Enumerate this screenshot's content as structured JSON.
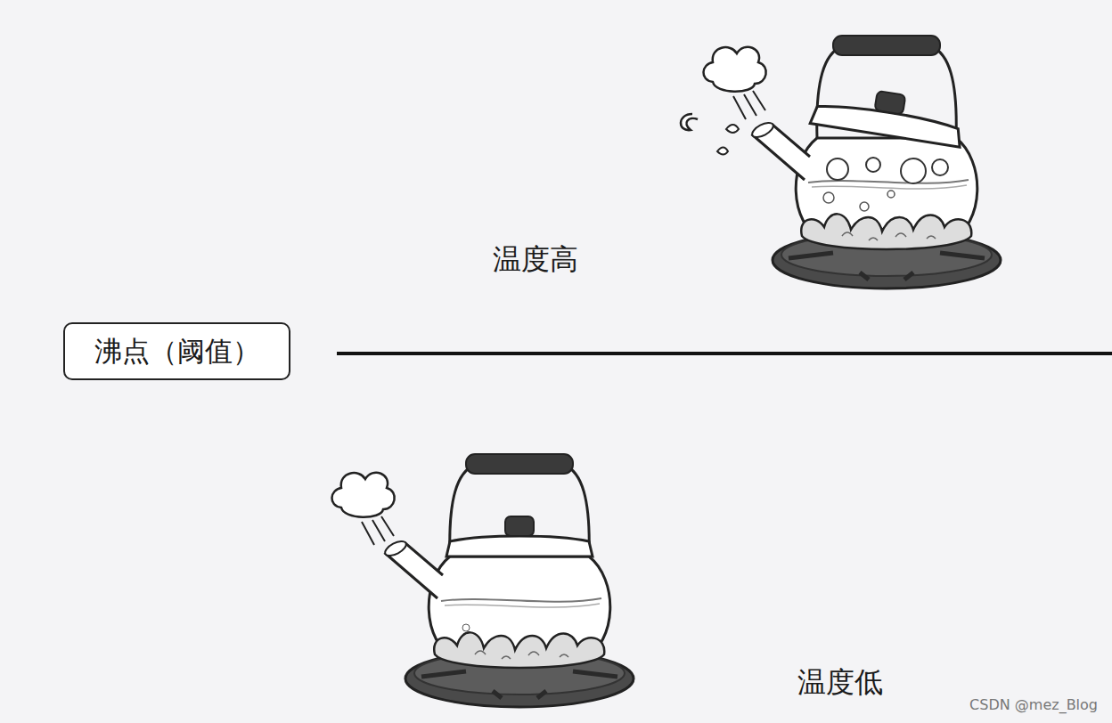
{
  "diagram": {
    "nodes": [
      {
        "text": [
          "沸点（阈值）"
        ]
      }
    ],
    "labels": [
      "温度高",
      "温度低",
      "CSDN @mez_Blog"
    ]
  }
}
